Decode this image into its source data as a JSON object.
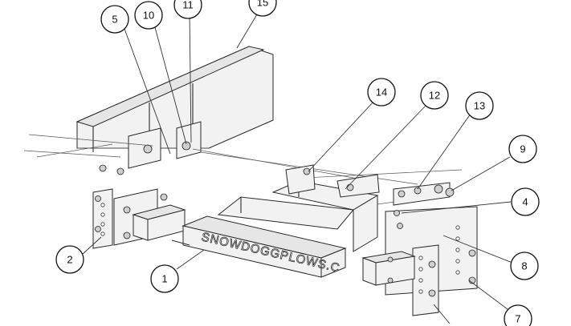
{
  "diagram": {
    "brand_embossing": "SNOWDOGGPLOWS.C",
    "callouts": [
      {
        "label": "1"
      },
      {
        "label": "2"
      },
      {
        "label": "4"
      },
      {
        "label": "5"
      },
      {
        "label": "7"
      },
      {
        "label": "8"
      },
      {
        "label": "9"
      },
      {
        "label": "10"
      },
      {
        "label": "11"
      },
      {
        "label": "12"
      },
      {
        "label": "13"
      },
      {
        "label": "14"
      },
      {
        "label": "15"
      }
    ]
  }
}
